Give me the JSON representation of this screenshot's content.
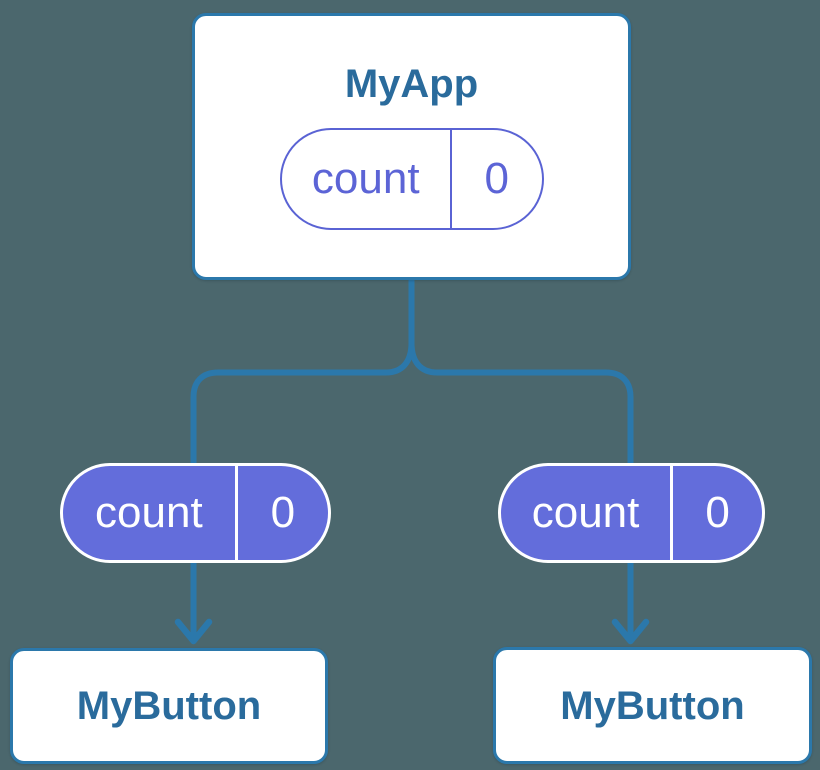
{
  "diagram": {
    "description": "Component tree diagram: parent component holding count state, passing it to two child buttons",
    "colors": {
      "background": "#4b676d",
      "connector_blue": "#2b78ab",
      "card_border_blue": "#2b78ab",
      "title_text_blue": "#2a6b9c",
      "state_purple_fill": "#636ddb",
      "state_purple_stroke": "#5a63d4",
      "card_fill": "#ffffff"
    },
    "root": {
      "title": "MyApp",
      "state": {
        "name": "count",
        "value": "0"
      }
    },
    "children": [
      {
        "title": "MyButton",
        "state": {
          "name": "count",
          "value": "0"
        }
      },
      {
        "title": "MyButton",
        "state": {
          "name": "count",
          "value": "0"
        }
      }
    ]
  }
}
